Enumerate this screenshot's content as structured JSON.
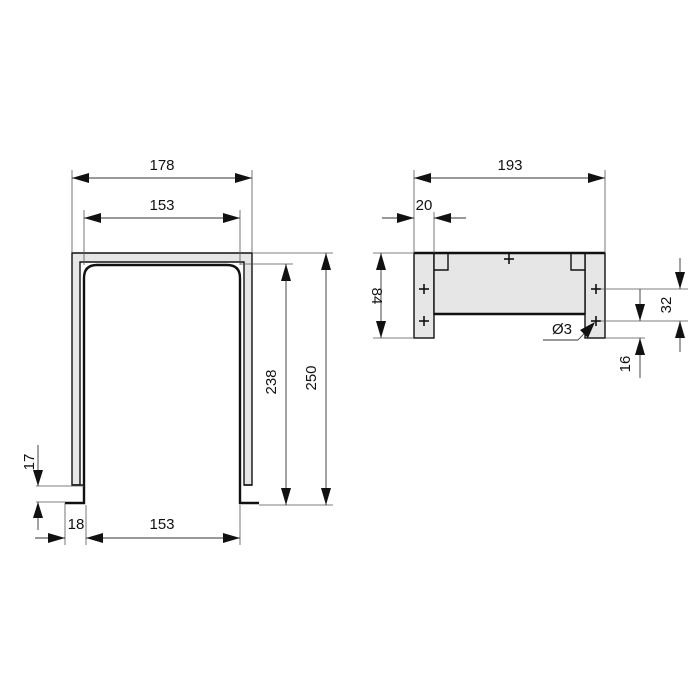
{
  "drawing": {
    "colors": {
      "background": "#ffffff",
      "line": "#111111",
      "fill": "#e6e6e6"
    },
    "front_view": {
      "overall_width": "178",
      "inner_width_top": "153",
      "inner_height": "238",
      "overall_height": "250",
      "foot_height": "17",
      "foot_length": "18",
      "inner_width_bottom": "153"
    },
    "top_view": {
      "overall_width": "193",
      "flange_width": "20",
      "depth": "84",
      "hole_spacing": "32",
      "hole_offset": "16",
      "hole_diameter": "Ø3"
    }
  }
}
